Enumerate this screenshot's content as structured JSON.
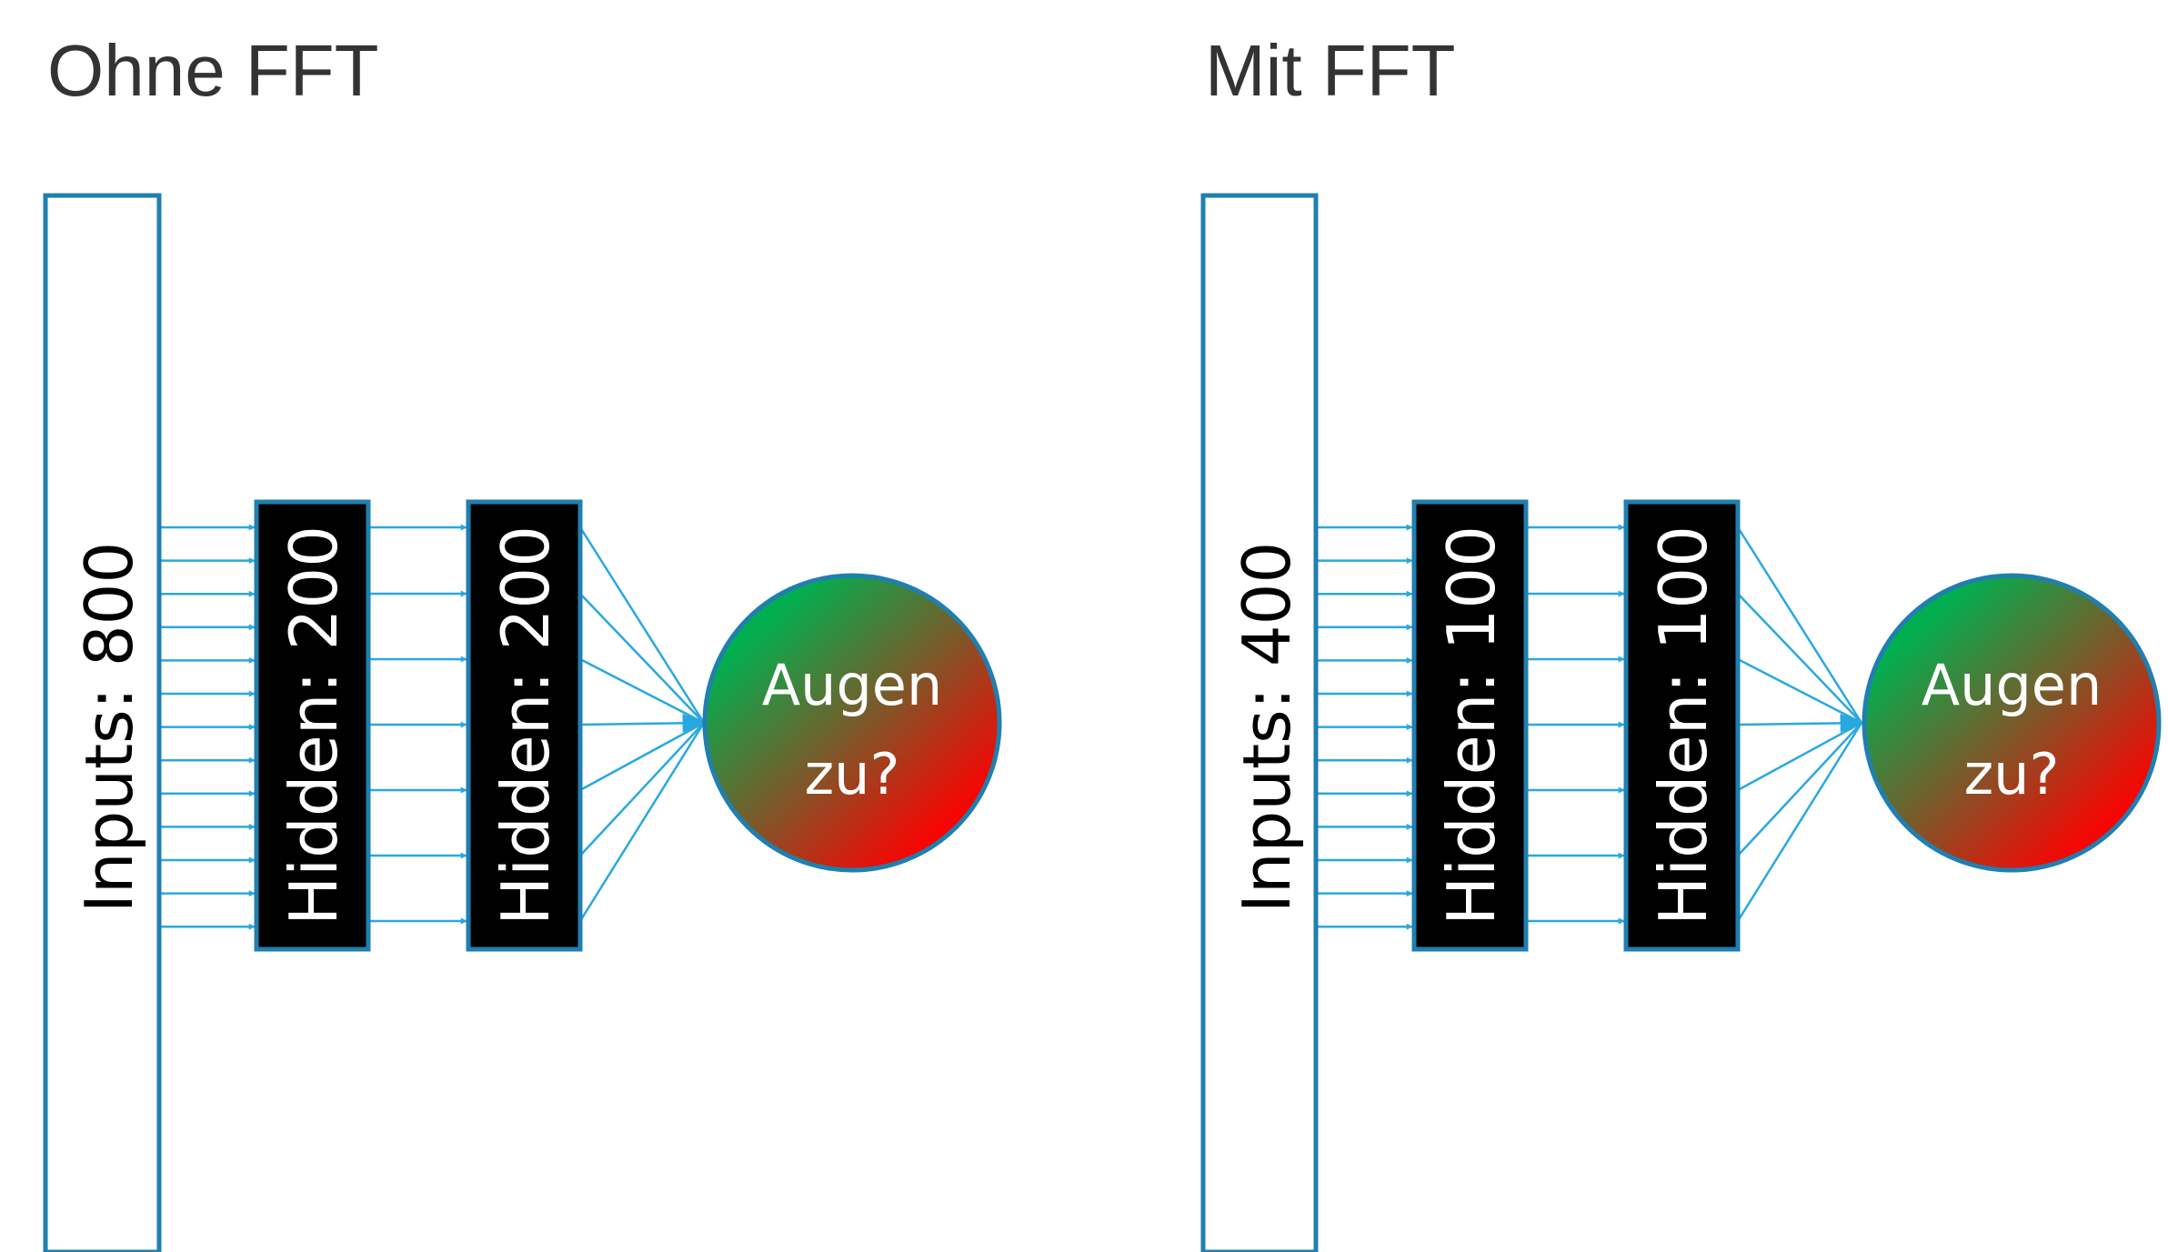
{
  "colors": {
    "edge": "#29a8e0",
    "box_border": "#1f7fb0",
    "hidden_fill": "#000000",
    "output_gradient_start": "#00b050",
    "output_gradient_end": "#ff0000"
  },
  "networks": [
    {
      "title": "Ohne FFT",
      "input_label": "Inputs: 800",
      "hidden_labels": [
        "Hidden: 200",
        "Hidden: 200"
      ],
      "output_line1": "Augen",
      "output_line2": "zu?"
    },
    {
      "title": "Mit FFT",
      "input_label": "Inputs: 400",
      "hidden_labels": [
        "Hidden: 100",
        "Hidden: 100"
      ],
      "output_line1": "Augen",
      "output_line2": "zu?"
    }
  ]
}
